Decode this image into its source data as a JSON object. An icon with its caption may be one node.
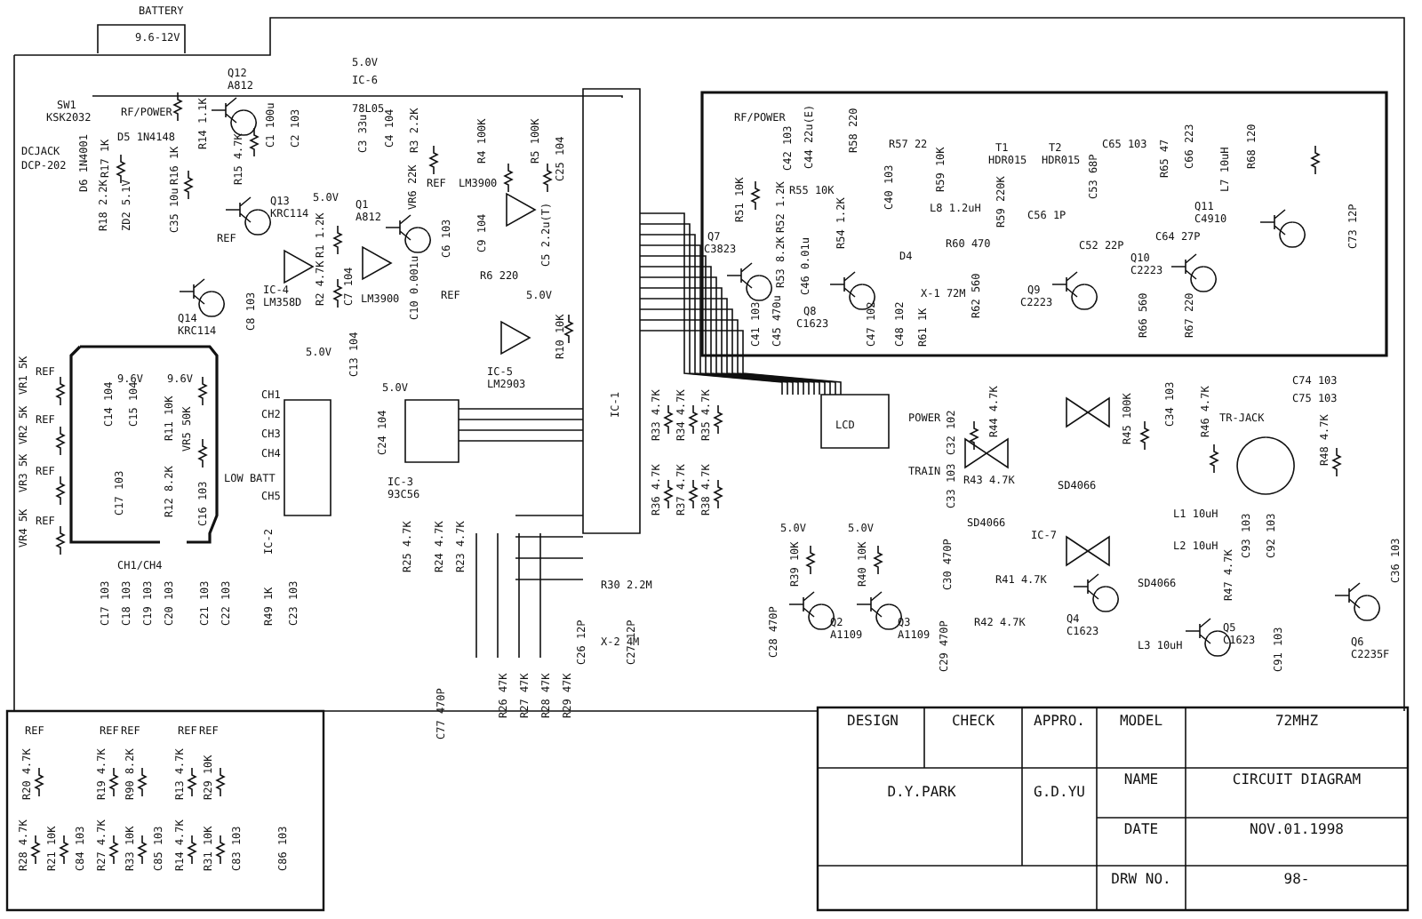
{
  "diagram": {
    "labels": [
      "BATTERY",
      "9.6-12V",
      "SW1",
      "KSK2032",
      "RF/POWER",
      "D5 1N4148",
      "DCJACK",
      "DCP-202",
      "Q12",
      "A812",
      "IC-6",
      "78L05",
      "5.0V",
      "C1 100u",
      "C2 103",
      "C3 33u",
      "C4 104",
      "R3 2.2K",
      "R4 100K",
      "R5 100K",
      "C25 104",
      "REF",
      "LM3900",
      "Q13",
      "KRC114",
      "R17 1K",
      "R16 1K",
      "R15 4.7K",
      "R14 1.1K",
      "D6 1N4001",
      "R18 2.2K",
      "ZD2 5.1V",
      "C35 10u",
      "IC-4",
      "LM358D",
      "REF",
      "5.0V",
      "Q1",
      "A812",
      "LM3900",
      "R1 1.2K",
      "R2 4.7K",
      "C7 104",
      "C8 103",
      "VR6 22K",
      "C6 103",
      "C9 104",
      "C5 2.2u(T)",
      "C10 0.001u",
      "R6 220",
      "REF",
      "5.0V",
      "R10 10K",
      "Q14",
      "KRC114",
      "IC-5",
      "LM2903",
      "IC-1",
      "REF",
      "VR1 5K",
      "REF",
      "VR2 5K",
      "REF",
      "VR3 5K",
      "REF",
      "VR4 5K",
      "9.6V",
      "9.6V",
      "C14 104",
      "C15 104",
      "C17 103",
      "R11 10K",
      "VR5 50K",
      "R12 8.2K",
      "C16 103",
      "CH1",
      "CH2",
      "CH3",
      "CH4",
      "LOW BATT",
      "CH5",
      "CH1/CH4",
      "IC-2",
      "5.0V",
      "C13 104",
      "IC-3",
      "93C56",
      "C24 104",
      "5.0V",
      "C17 103",
      "C18 103",
      "C19 103",
      "C20 103",
      "C21 103",
      "C22 103",
      "R49 1K",
      "C23 103",
      "R25 4.7K",
      "R24 4.7K",
      "R23 4.7K",
      "R30 2.2M",
      "X-2 4M",
      "RF/POWER",
      "R51 10K",
      "C42 103",
      "C44 22u(E)",
      "R58 220",
      "R57 22",
      "R55 10K",
      "R52 1.2K",
      "R54 1.2K",
      "R53 8.2K",
      "C46 0.01u",
      "C40 103",
      "R59 10K",
      "L8 1.2uH",
      "R60 470",
      "X-1 72M",
      "Q7",
      "C3823",
      "Q8",
      "C1623",
      "C41 103",
      "C45 470u",
      "C47 102",
      "C48 102",
      "R61 1K",
      "D4",
      "R59 220K",
      "T1",
      "HDR015",
      "T2",
      "HDR015",
      "C56 1P",
      "C53 68P",
      "R62 560",
      "C52 22P",
      "Q9",
      "C2223",
      "Q10",
      "C2223",
      "C65 103",
      "R65 47",
      "C64 27P",
      "C66 223",
      "L7 10uH",
      "R68 120",
      "Q11",
      "C4910",
      "R66 560",
      "R67 220",
      "C73 12P",
      "C74 103",
      "C75 103",
      "LCD",
      "R33 4.7K",
      "R34 4.7K",
      "R35 4.7K",
      "R36 4.7K",
      "R37 4.7K",
      "R38 4.7K",
      "POWER",
      "TRAIN",
      "C32 102",
      "C33 103",
      "R43 4.7K",
      "R44 4.7K",
      "R42 4.7K",
      "R45 100K",
      "C34 103",
      "R46 4.7K",
      "TR-JACK",
      "R48 4.7K",
      "SD4066",
      "SD4066",
      "IC-7",
      "SD4066",
      "L1 10uH",
      "L2 10uH",
      "L3 10uH",
      "C93 103",
      "C92 103",
      "R47 4.7K",
      "C91 103",
      "C36 103",
      "5.0V",
      "5.0V",
      "R39 10K",
      "R40 10K",
      "Q2",
      "A1109",
      "Q3",
      "A1109",
      "C28 470P",
      "C29 470P",
      "C30 470P",
      "Q4",
      "C1623",
      "Q5",
      "C1623",
      "Q6",
      "C2235F",
      "R41 4.7K",
      "C26 12P",
      "C27 12P",
      "C77 470P",
      "R26 47K",
      "R27 47K",
      "R28 47K",
      "R29 47K",
      "REF",
      "R20 4.7K",
      "R28 4.7K",
      "R21 10K",
      "C84 103",
      "REF",
      "REF",
      "R19 4.7K",
      "R90 8.2K",
      "R27 4.7K",
      "R33 10K",
      "C85 103",
      "REF",
      "REF",
      "R13 4.7K",
      "R29 10K",
      "R14 4.7K",
      "R31 10K",
      "C83 103",
      "C86 103",
      "DESIGN",
      "CHECK",
      "APPRO.",
      "MODEL",
      "72MHZ",
      "NAME",
      "CIRCUIT DIAGRAM",
      "D.Y.PARK",
      "G.D.YU",
      "DATE",
      "NOV.01.1998",
      "DRW NO.",
      "98-"
    ]
  }
}
